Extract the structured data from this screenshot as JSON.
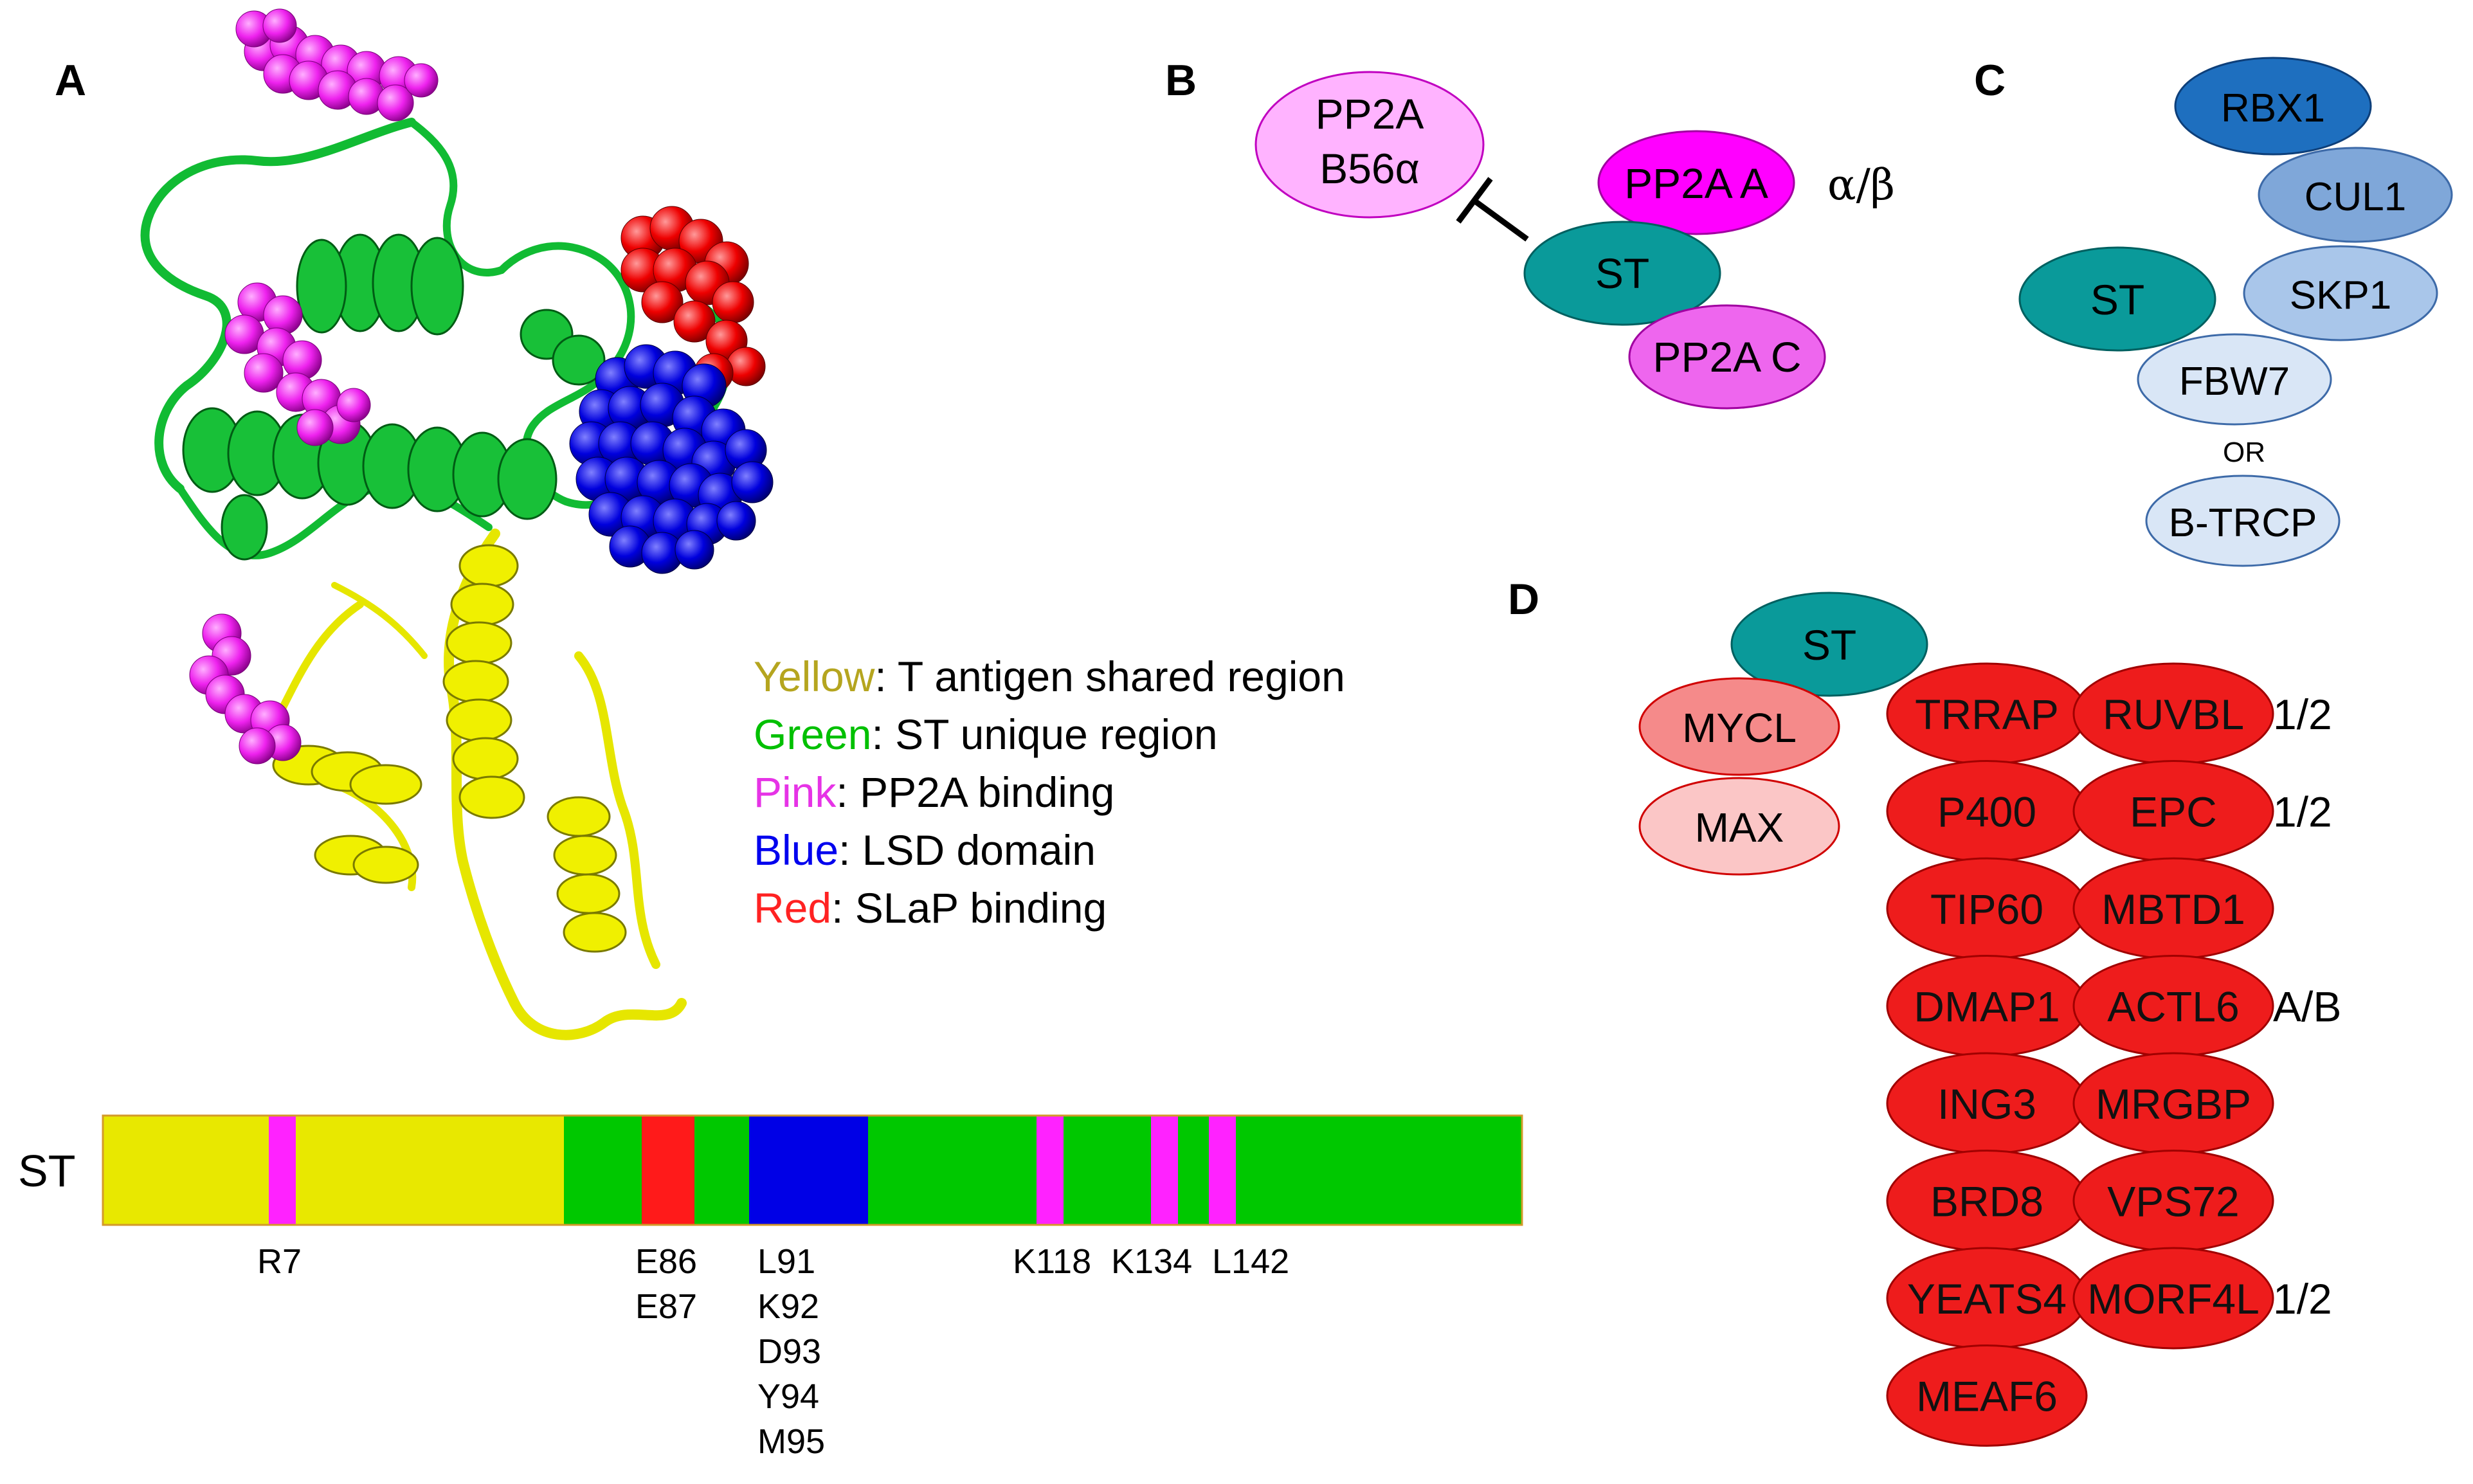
{
  "panels": {
    "A": {
      "letter": "A"
    },
    "B": {
      "letter": "B"
    },
    "C": {
      "letter": "C"
    },
    "D": {
      "letter": "D"
    }
  },
  "legend": [
    {
      "color_name": "Yellow",
      "text": ": T antigen shared region",
      "color": "#b5a51f"
    },
    {
      "color_name": "Green",
      "text": ": ST unique region",
      "color": "#00c000"
    },
    {
      "color_name": "Pink",
      "text": ": PP2A binding",
      "color": "#e633e6"
    },
    {
      "color_name": "Blue",
      "text": ": LSD domain",
      "color": "#0000ee"
    },
    {
      "color_name": "Red",
      "text": ": SLaP binding",
      "color": "#ff2222"
    }
  ],
  "domain_bar": {
    "label": "ST",
    "residues": [
      {
        "lines": [
          "R7"
        ]
      },
      {
        "lines": [
          "E86",
          "E87"
        ]
      },
      {
        "lines": [
          "L91",
          "K92",
          "D93",
          "Y94",
          "M95"
        ]
      },
      {
        "lines": [
          "K118"
        ]
      },
      {
        "lines": [
          "K134"
        ]
      },
      {
        "lines": [
          "L142"
        ]
      }
    ],
    "colors": {
      "yellow": "#e8e800",
      "green": "#00c800",
      "pink": "#ff22ff",
      "red": "#ff1a1a",
      "blue": "#0000e6"
    }
  },
  "panel_b": {
    "b56": [
      "PP2A",
      "B56α"
    ],
    "pp2a_a": "PP2A A",
    "pp2a_a_suffix": "α/β",
    "st": "ST",
    "pp2a_c": "PP2A C"
  },
  "panel_c": {
    "rbx1": "RBX1",
    "cul1": "CUL1",
    "st": "ST",
    "skp1": "SKP1",
    "fbw7": "FBW7",
    "or": "OR",
    "btrcp": "B-TRCP"
  },
  "panel_d": {
    "st": "ST",
    "mycl": "MYCL",
    "max": "MAX",
    "left_column": [
      "TRRAP",
      "P400",
      "TIP60",
      "DMAP1",
      "ING3",
      "BRD8",
      "YEATS4",
      "MEAF6"
    ],
    "right_column": [
      "RUVBL",
      "EPC",
      "MBTD1",
      "ACTL6",
      "MRGBP",
      "VPS72",
      "MORF4L"
    ],
    "suffixes": [
      "1/2",
      "1/2",
      "",
      "A/B",
      "",
      "",
      "1/2"
    ]
  }
}
